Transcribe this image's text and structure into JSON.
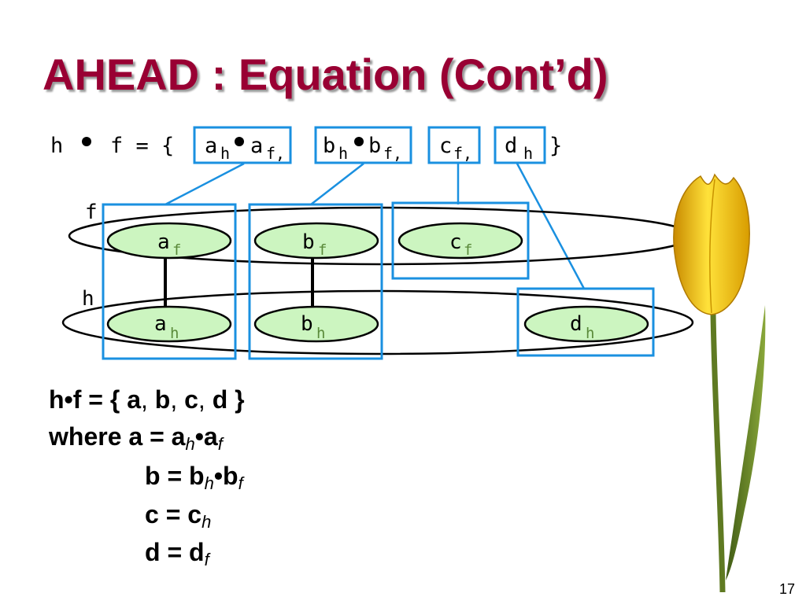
{
  "title": "AHEAD : Equation (Cont’d)",
  "equation_header": {
    "lhs": "h",
    "operator": "f = {",
    "items": [
      {
        "base": "a",
        "sub1": "h",
        "dot": "a",
        "sub2": "f,"
      },
      {
        "base": "b",
        "sub1": "h",
        "dot": "b",
        "sub2": "f,"
      },
      {
        "base": "c",
        "sub1": "f,"
      },
      {
        "base": "d",
        "sub1": "h"
      }
    ],
    "close": "}"
  },
  "layers": {
    "f": {
      "label": "f",
      "nodes": [
        {
          "base": "a",
          "sub": "f"
        },
        {
          "base": "b",
          "sub": "f"
        },
        {
          "base": "c",
          "sub": "f"
        }
      ]
    },
    "h": {
      "label": "h",
      "nodes": [
        {
          "base": "a",
          "sub": "h"
        },
        {
          "base": "b",
          "sub": "h"
        },
        {
          "base": "d",
          "sub": "h"
        }
      ]
    }
  },
  "equations": {
    "line1": {
      "text": "h•f = { a",
      "sep1": ", ",
      "b": "b",
      "sep2": ", ",
      "c": "c",
      "sep3": ", ",
      "end": "d }"
    },
    "line2": {
      "prefix": "where a = a",
      "sub1": "h",
      "mid": "•a",
      "sub2": "f"
    },
    "line3": {
      "prefix": "b = b",
      "sub1": "h",
      "mid": "•b",
      "sub2": "f"
    },
    "line4": {
      "prefix": "c = c",
      "sub1": "h"
    },
    "line5": {
      "prefix": "d = d",
      "sub1": "f"
    }
  },
  "page_number": "17",
  "colors": {
    "title": "#990033",
    "highlight_box": "#1a90e0",
    "node_fill": "#ccf5c0",
    "node_sub": "#5a8a3a"
  }
}
